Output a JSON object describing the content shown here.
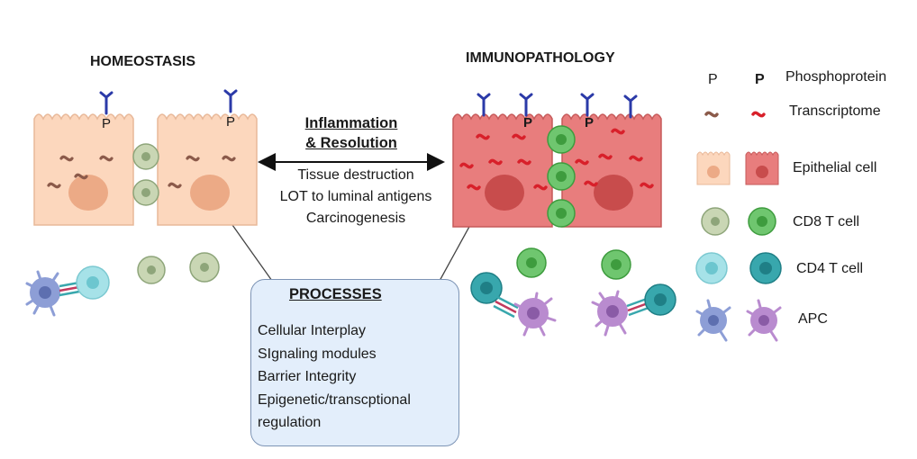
{
  "headings": {
    "left": "HOMEOSTASIS",
    "right": "IMMUNOPATHOLOGY"
  },
  "center": {
    "title_lines": [
      "Inflammation",
      "& Resolution"
    ],
    "outcomes": [
      "Tissue destruction",
      "LOT to luminal antigens",
      "Carcinogenesis"
    ]
  },
  "processes": {
    "title": "PROCESSES",
    "items": [
      "Cellular Interplay",
      "SIgnaling modules",
      "Barrier Integrity",
      "Epigenetic/transcptional",
      "regulation"
    ]
  },
  "cell_labels": {
    "phospho_mark": "P"
  },
  "legend": [
    {
      "label": "Phosphoprotein",
      "icon": "phosphoprotein-icon"
    },
    {
      "label": "Transcriptome",
      "icon": "transcriptome-icon"
    },
    {
      "label": "Epithelial cell",
      "icon": "epithelial-cell-icon"
    },
    {
      "label": "CD8 T cell",
      "icon": "cd8-t-cell-icon"
    },
    {
      "label": "CD4 T cell",
      "icon": "cd4-t-cell-icon"
    },
    {
      "label": "APC",
      "icon": "apc-icon"
    }
  ],
  "colors": {
    "healthy_epithelium": "#fcd7bd",
    "inflamed_epithelium": "#e87d7d",
    "resting_cd8": "#c9d6b4",
    "active_cd8": "#6fc66f",
    "resting_cd4": "#a6e2e8",
    "active_cd4": "#38a7ad",
    "resting_apc": "#8d9ed6",
    "active_apc": "#b98bcf",
    "phosphoprotein": "#2b3aa8",
    "transcriptome_resting": "#8b5a4a",
    "transcriptome_active": "#d8202a",
    "processes_box": "#e3eefb"
  }
}
